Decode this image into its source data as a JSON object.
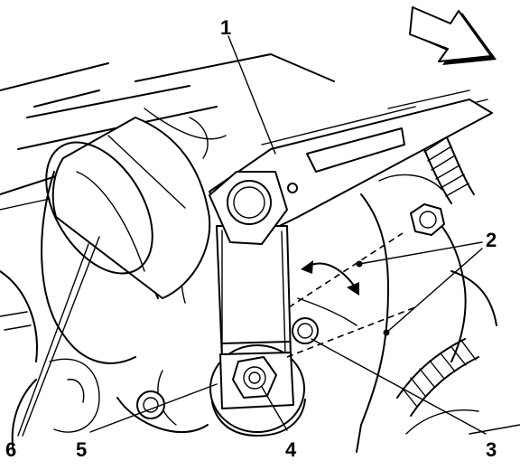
{
  "callouts": {
    "c1": "1",
    "c2": "2",
    "c3": "3",
    "c4": "4",
    "c5": "5",
    "c6": "6"
  },
  "colors": {
    "ink": "#000000",
    "background": "#ffffff"
  },
  "icons": {
    "direction": "front-direction-arrow-icon"
  }
}
